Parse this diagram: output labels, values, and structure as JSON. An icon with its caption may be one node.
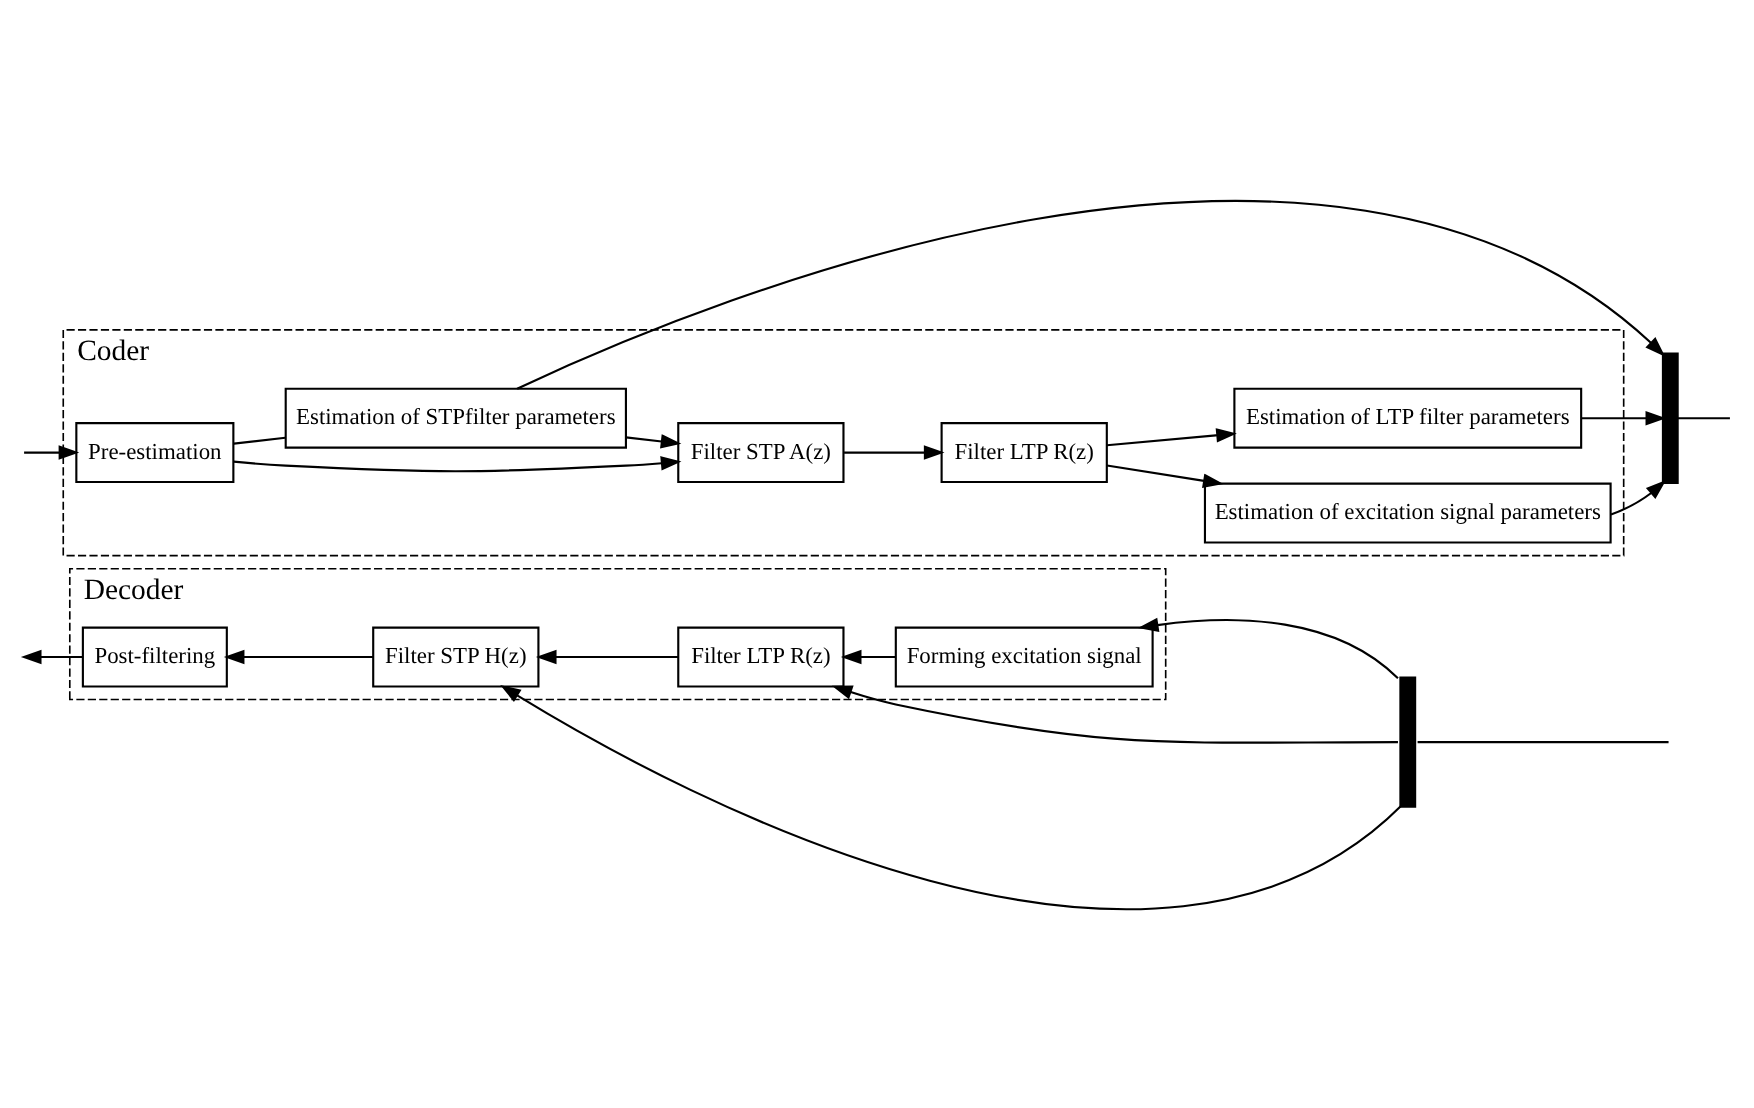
{
  "diagram": {
    "nodes": [
      {
        "text": [
          "Coder"
        ]
      },
      {
        "text": [
          "Pre-estimation"
        ],
        "in": 0
      },
      {
        "text": [
          "Estimation of STPfilter parameters"
        ],
        "in": 0
      },
      {
        "text": [
          "Filter STP A(z)"
        ],
        "in": 0
      },
      {
        "text": [
          "Filter LTP R(z)"
        ],
        "in": 0
      },
      {
        "text": [
          "Estimation of LTP filter parameters"
        ],
        "in": 0
      },
      {
        "text": [
          "Estimation of excitation signal parameters"
        ],
        "in": 0
      },
      {
        "text": [],
        "shape": "bar"
      },
      {
        "text": [
          "Decoder"
        ]
      },
      {
        "text": [
          "Post-filtering"
        ],
        "in": 8
      },
      {
        "text": [
          "Filter STP H(z)"
        ],
        "in": 8
      },
      {
        "text": [
          "Filter LTP R(z)"
        ],
        "in": 8
      },
      {
        "text": [
          "Forming excitation signal"
        ],
        "in": 8
      },
      {
        "text": [],
        "shape": "bar"
      }
    ],
    "edges": [
      {
        "from": null,
        "to": 1,
        "arrow": "to"
      },
      {
        "from": 1,
        "to": 3,
        "arrow": "to"
      },
      {
        "from": 1,
        "to": 2,
        "arrow": "none"
      },
      {
        "from": 2,
        "to": 3,
        "arrow": "to"
      },
      {
        "from": 3,
        "to": 4,
        "arrow": "to"
      },
      {
        "from": 4,
        "to": 5,
        "arrow": "to"
      },
      {
        "from": 4,
        "to": 6,
        "arrow": "to"
      },
      {
        "from": 2,
        "to": 7,
        "arrow": "to"
      },
      {
        "from": 5,
        "to": 7,
        "arrow": "to"
      },
      {
        "from": 6,
        "to": 7,
        "arrow": "to"
      },
      {
        "from": 7,
        "to": null,
        "arrow": "none"
      },
      {
        "from": null,
        "to": 13,
        "arrow": "none"
      },
      {
        "from": 13,
        "to": 12,
        "arrow": "to"
      },
      {
        "from": 13,
        "to": 11,
        "arrow": "to"
      },
      {
        "from": 13,
        "to": 10,
        "arrow": "to"
      },
      {
        "from": 12,
        "to": 11,
        "arrow": "to"
      },
      {
        "from": 11,
        "to": 10,
        "arrow": "to"
      },
      {
        "from": 10,
        "to": 9,
        "arrow": "to"
      },
      {
        "from": 9,
        "to": null,
        "arrow": "to"
      }
    ]
  }
}
